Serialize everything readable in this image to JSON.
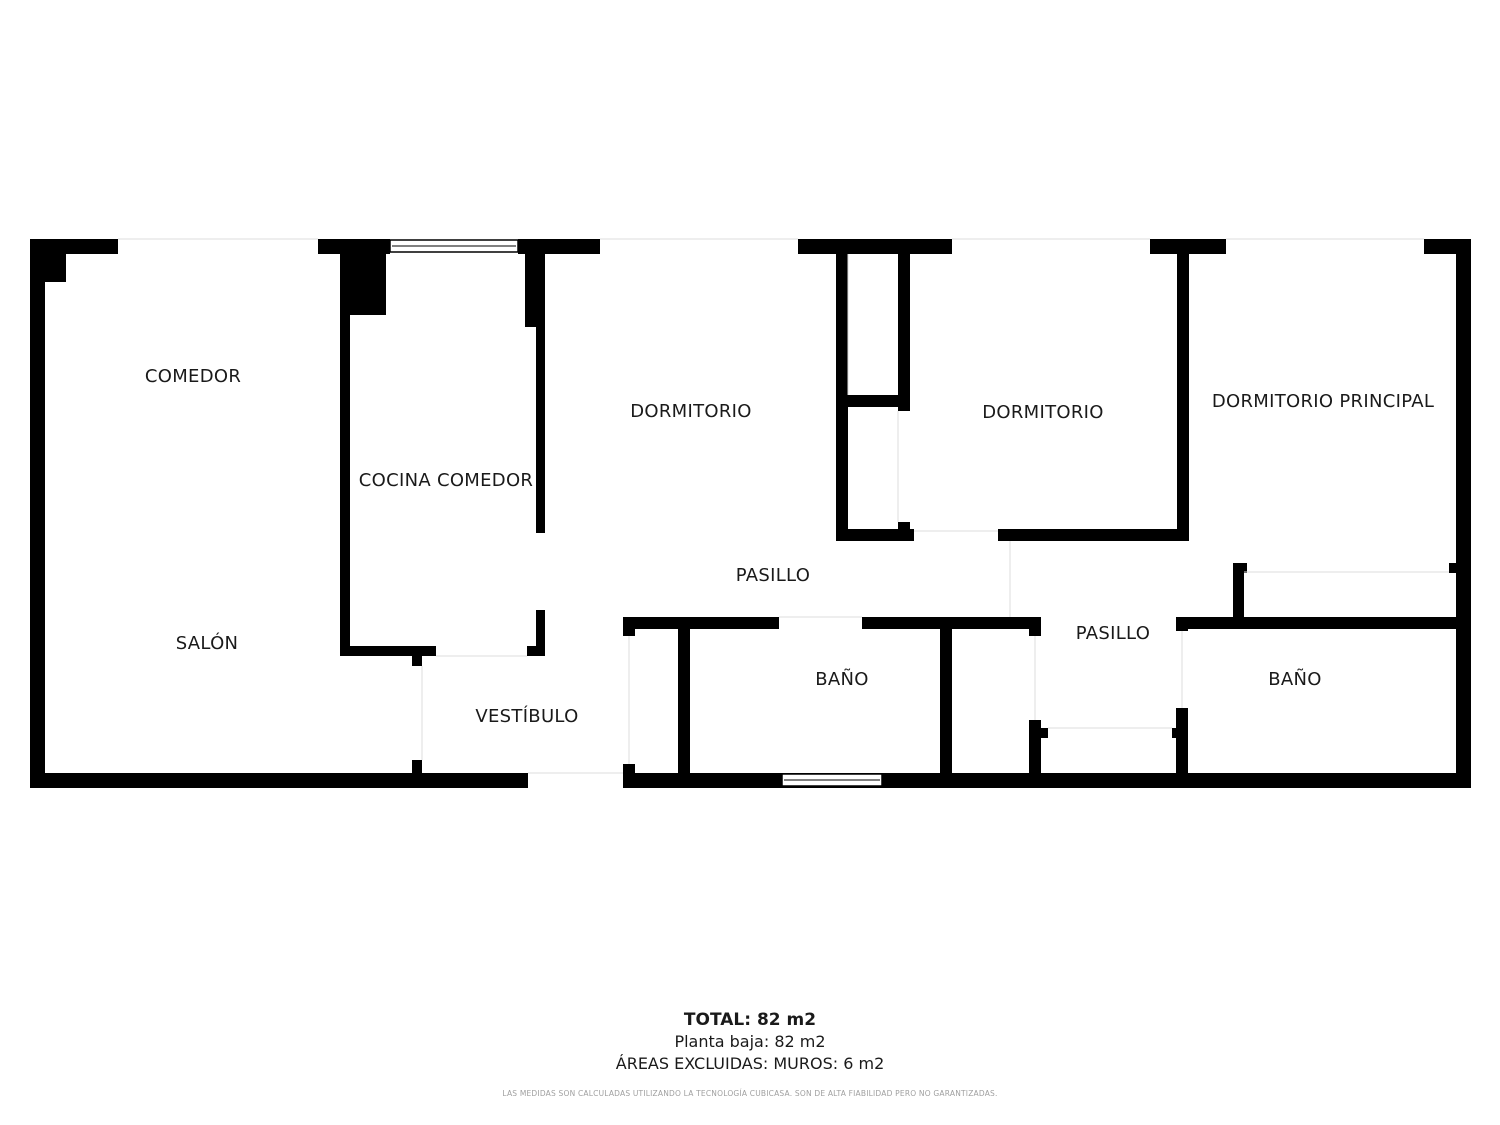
{
  "rooms": {
    "comedor": "COMEDOR",
    "salon": "SALÓN",
    "cocina_comedor": "COCINA COMEDOR",
    "dormitorio_1": "DORMITORIO",
    "dormitorio_2": "DORMITORIO",
    "dormitorio_principal": "DORMITORIO PRINCIPAL",
    "pasillo_1": "PASILLO",
    "pasillo_2": "PASILLO",
    "vestibulo": "VESTÍBULO",
    "bano_1": "BAÑO",
    "bano_2": "BAÑO"
  },
  "summary": {
    "total": "TOTAL: 82 m2",
    "floor": "Planta baja: 82 m2",
    "excluded": "ÁREAS EXCLUIDAS: MUROS: 6 m2",
    "disclaimer": "LAS MEDIDAS SON CALCULADAS UTILIZANDO LA TECNOLOGÍA CUBICASA. SON DE ALTA FIABILIDAD PERO NO GARANTIZADAS."
  },
  "colors": {
    "wall": "#000000",
    "background": "#ffffff",
    "text": "#1a1a1a"
  }
}
